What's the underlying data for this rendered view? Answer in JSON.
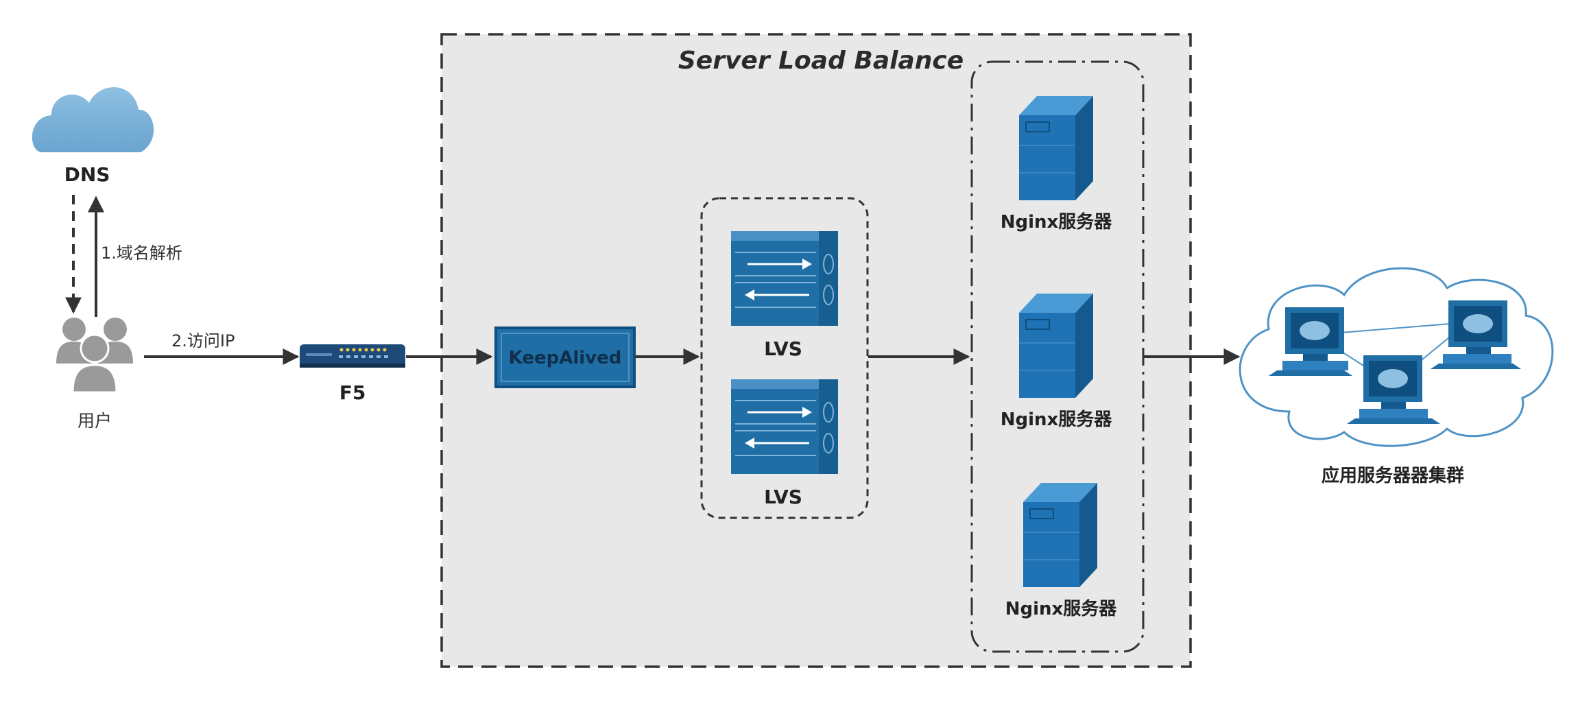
{
  "diagram": {
    "title": "Server Load Balance",
    "nodes": {
      "dns": "DNS",
      "user": "用户",
      "f5": "F5",
      "keepalived": "KeepAlived",
      "lvs_1": "LVS",
      "lvs_2": "LVS",
      "nginx_1": "Nginx服务器",
      "nginx_2": "Nginx服务器",
      "nginx_3": "Nginx服务器",
      "app_cluster": "应用服务器器集群"
    },
    "edges": {
      "dns_resolve": "1.域名解析",
      "visit_ip": "2.访问IP"
    },
    "icons": {
      "dns": "cloud-icon",
      "user": "users-icon",
      "f5": "router-icon",
      "lvs": "load-balancer-icon",
      "nginx": "server-tower-icon",
      "app_cluster": "computer-network-cloud-icon"
    },
    "colors": {
      "cloud": "#7fb3d8",
      "user": "#9a9a9a",
      "device_blue": "#1f6fa6",
      "device_dark": "#0f4f80",
      "panel": "#e8e8e8",
      "edge": "#333333"
    }
  }
}
